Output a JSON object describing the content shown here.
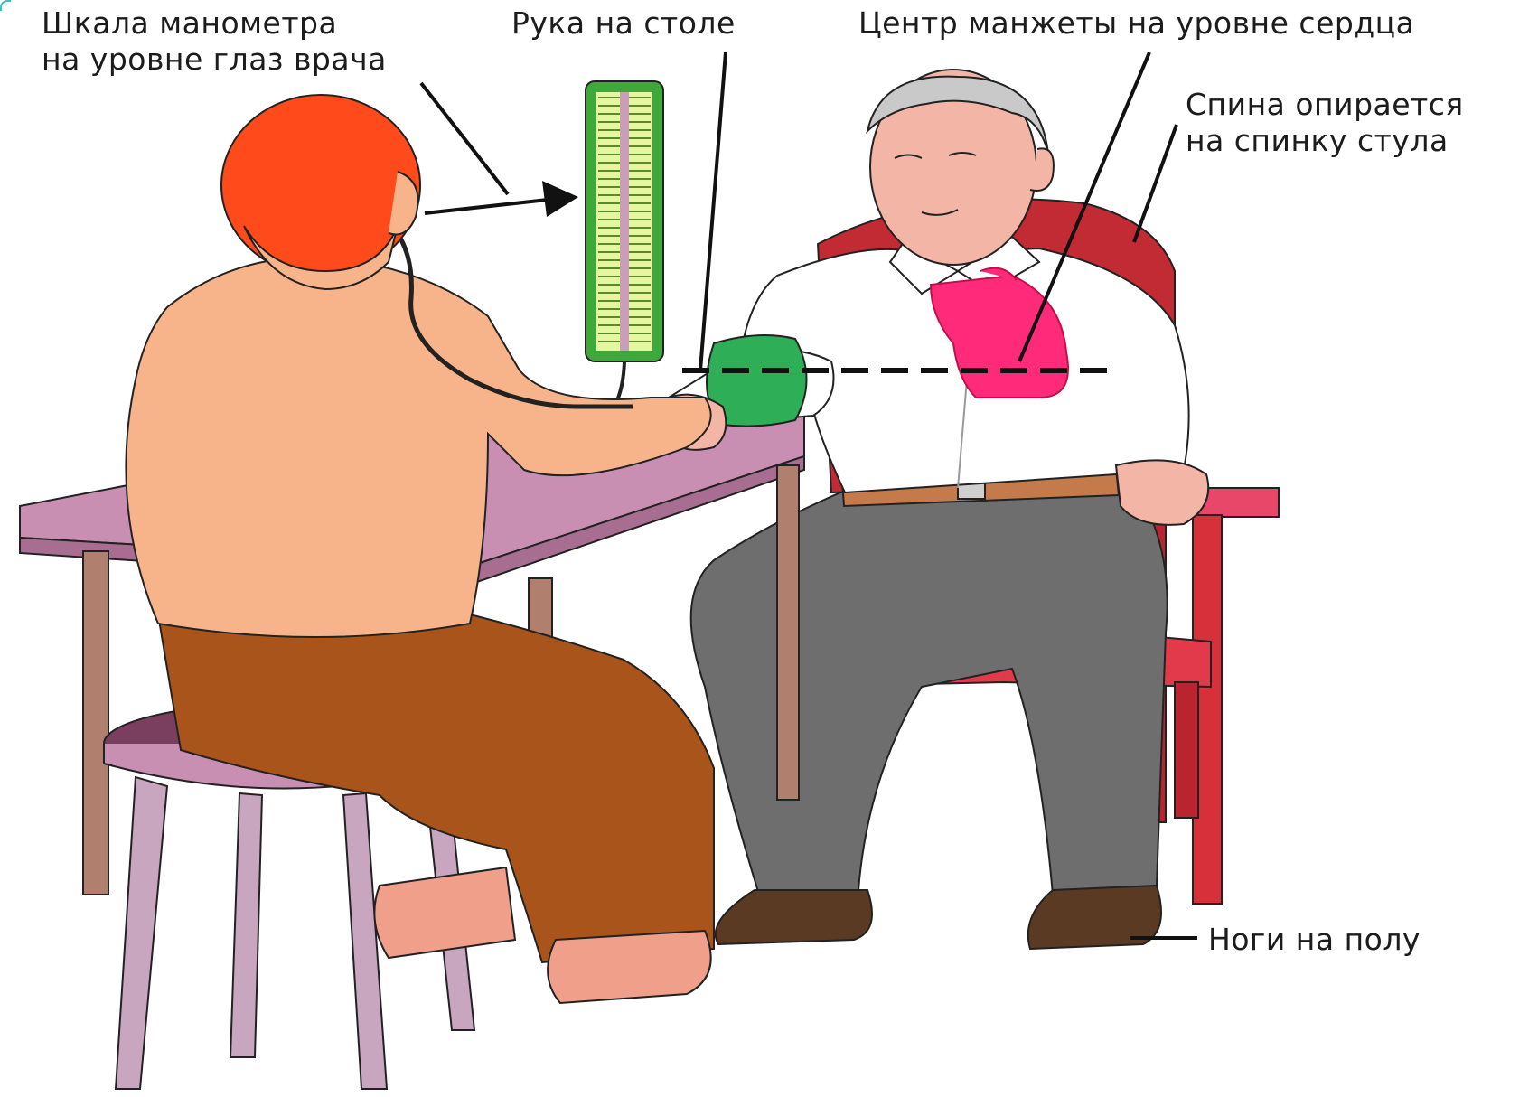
{
  "labels": {
    "gauge": {
      "line1": "Шкала манометра",
      "line2": "на уровне глаз врача"
    },
    "hand_on_table": "Рука на столе",
    "cuff_heart": "Центр манжеты на уровне сердца",
    "back": {
      "line1": "Спина опирается",
      "line2": "на спинку стула"
    },
    "feet": "Ноги на полу"
  },
  "colors": {
    "doctor_hair": "#ff4a1c",
    "doctor_skin": "#f7b48a",
    "doctor_pants": "#a8541a",
    "stool_seat": "#7a3e5e",
    "table_top": "#c98fb3",
    "cuff": "#2fae58",
    "gauge_frame": "#3ea83a",
    "gauge_fill": "#e6f5a0",
    "patient_shirt": "#ffffff",
    "patient_pants": "#6e6e6e",
    "chair": "#d8303a",
    "heart": "#ff2a7a",
    "shoes": "#5a3a22"
  }
}
